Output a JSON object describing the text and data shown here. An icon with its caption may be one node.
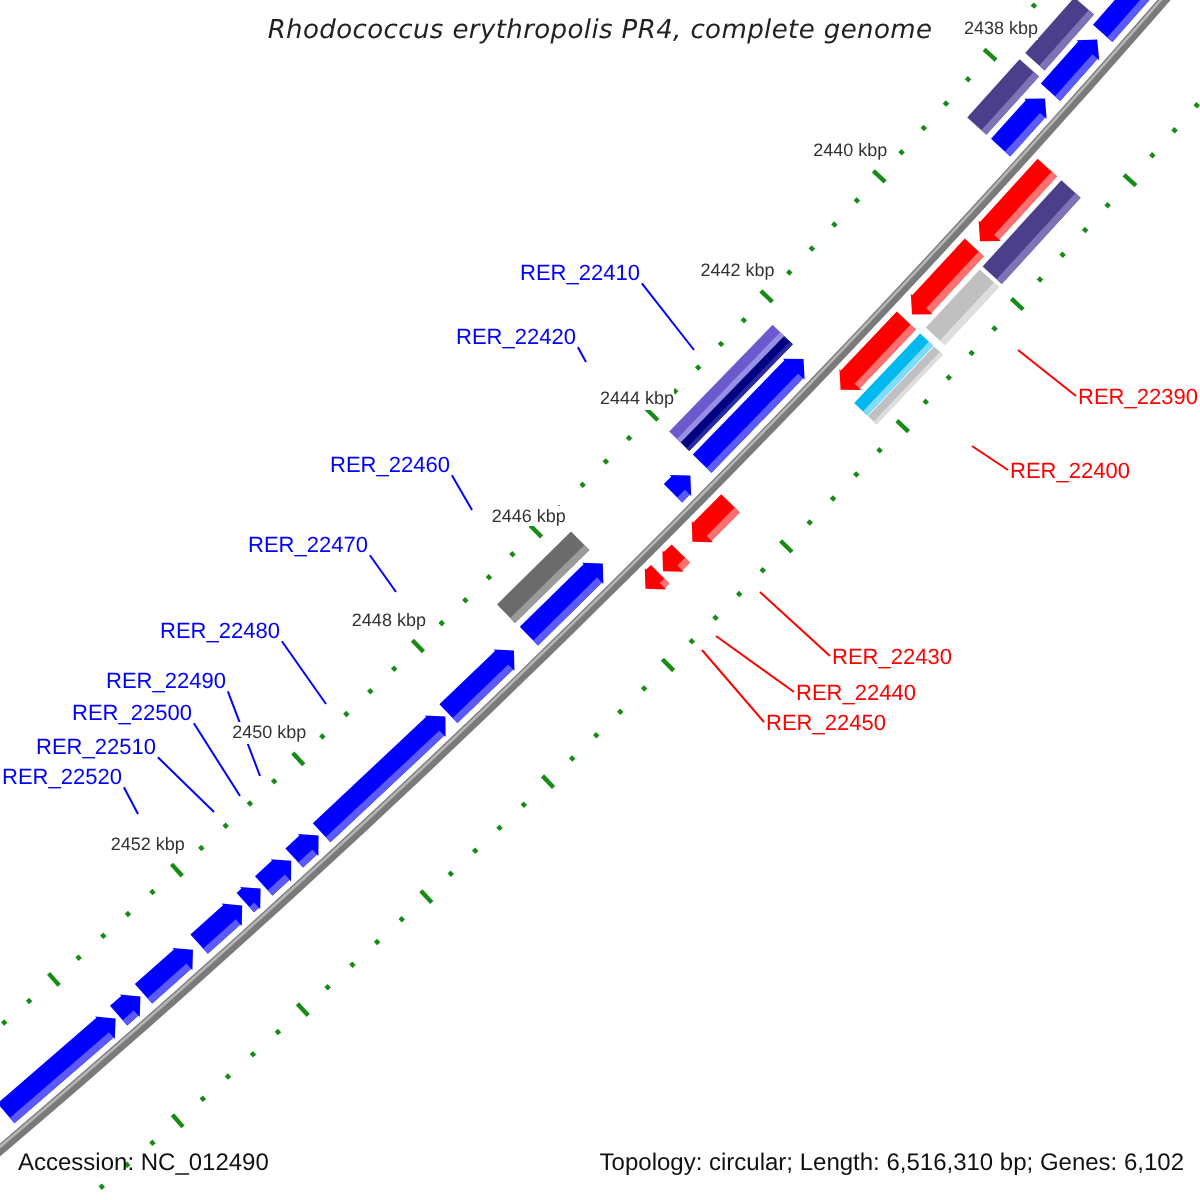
{
  "diagram": {
    "title": "Rhodococcus erythropolis PR4, complete genome",
    "nodes": [
      {
        "text": [
          "RER_22410"
        ]
      },
      {
        "text": [
          "RER_22420"
        ]
      },
      {
        "text": [
          "RER_22390"
        ]
      },
      {
        "text": [
          "RER_22460"
        ]
      },
      {
        "text": [
          "RER_22400"
        ]
      },
      {
        "text": [
          "RER_22470"
        ]
      },
      {
        "text": [
          "RER_22480"
        ]
      },
      {
        "text": [
          "RER_22430"
        ]
      },
      {
        "text": [
          "RER_22490"
        ]
      },
      {
        "text": [
          "RER_22440"
        ]
      },
      {
        "text": [
          "RER_22500"
        ]
      },
      {
        "text": [
          "RER_22450"
        ]
      },
      {
        "text": [
          "RER_22510"
        ]
      },
      {
        "text": [
          "RER_22520"
        ]
      }
    ],
    "edges": [
      {
        "from": 0,
        "to": null,
        "arrow": "none"
      },
      {
        "from": 1,
        "to": null,
        "arrow": "none"
      },
      {
        "from": 2,
        "to": null,
        "arrow": "none",
        "color": "#ff0000"
      },
      {
        "from": 3,
        "to": null,
        "arrow": "none"
      },
      {
        "from": 4,
        "to": null,
        "arrow": "none",
        "color": "#ff0000"
      },
      {
        "from": 5,
        "to": null,
        "arrow": "none"
      },
      {
        "from": 6,
        "to": null,
        "arrow": "none"
      },
      {
        "from": 7,
        "to": null,
        "arrow": "none",
        "color": "#ff0000"
      },
      {
        "from": 8,
        "to": null,
        "arrow": "none"
      },
      {
        "from": 9,
        "to": null,
        "arrow": "none",
        "color": "#ff0000"
      },
      {
        "from": 10,
        "to": null,
        "arrow": "none"
      },
      {
        "from": 11,
        "to": null,
        "arrow": "none",
        "color": "#ff0000"
      },
      {
        "from": 12,
        "to": null,
        "arrow": "none"
      },
      {
        "from": 13,
        "to": null,
        "arrow": "none"
      }
    ],
    "labels": [
      "2438 kbp",
      "2440 kbp",
      "2442 kbp",
      "2444 kbp",
      "2446 kbp",
      "2448 kbp",
      "2450 kbp",
      "2452 kbp",
      "Accession: NC_012490",
      "Topology: circular; Length: 6,516,310 bp; Genes: 6,102"
    ]
  }
}
